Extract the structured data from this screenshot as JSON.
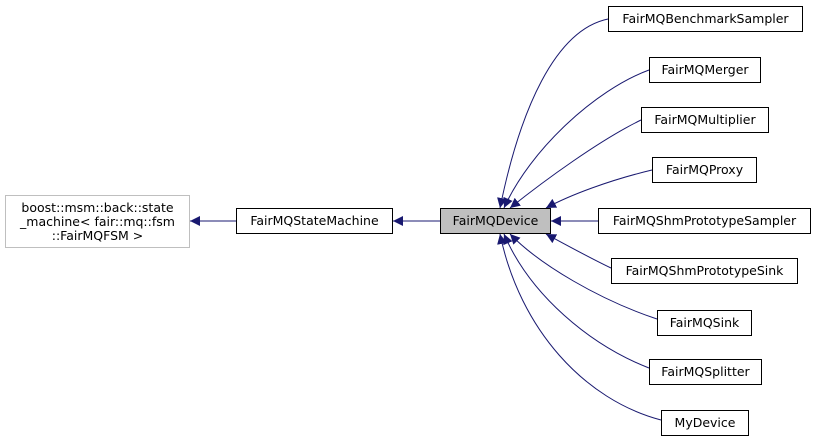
{
  "diagram": {
    "base": {
      "lines": [
        "boost::msm::back::state",
        "_machine< fair::mq::fsm",
        "::FairMQFSM >"
      ]
    },
    "state_machine": "FairMQStateMachine",
    "device": "FairMQDevice",
    "derived": [
      "FairMQBenchmarkSampler",
      "FairMQMerger",
      "FairMQMultiplier",
      "FairMQProxy",
      "FairMQShmPrototypeSampler",
      "FairMQShmPrototypeSink",
      "FairMQSink",
      "FairMQSplitter",
      "MyDevice"
    ],
    "edge_color": "#191970"
  }
}
